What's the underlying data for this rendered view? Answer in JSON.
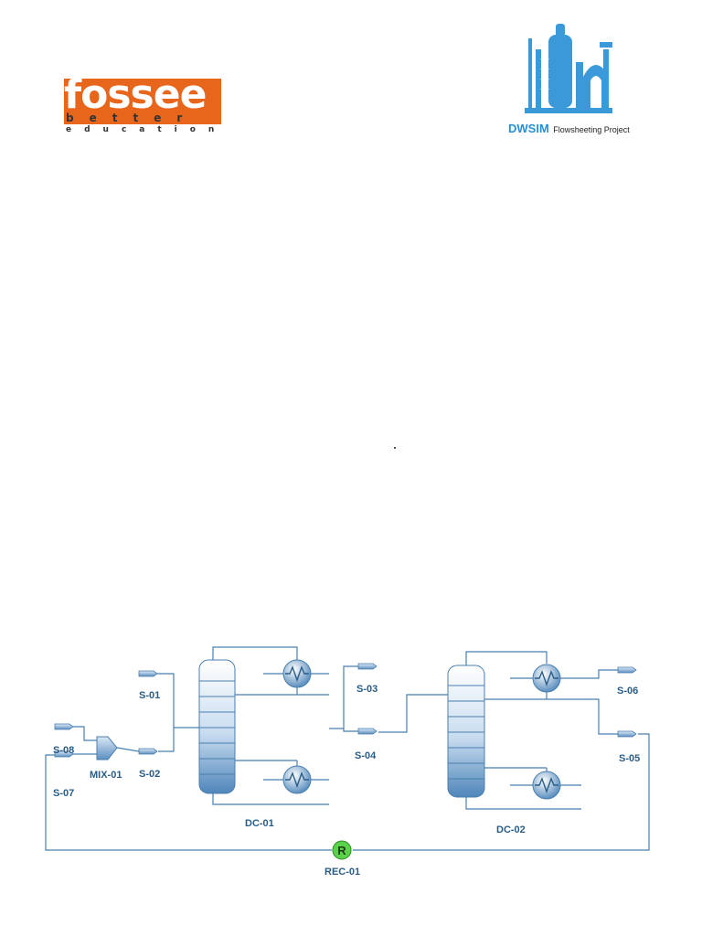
{
  "logos": {
    "fossee": {
      "word": "fossee",
      "line2": "better",
      "line3": "education",
      "color": "#e8661c"
    },
    "dwsim": {
      "name": "DWSIM",
      "tagline": "Flowsheeting Project",
      "color": "#3a9ad9"
    }
  },
  "flowsheet": {
    "streams": {
      "s01": "S-01",
      "s02": "S-02",
      "s03": "S-03",
      "s04": "S-04",
      "s05": "S-05",
      "s06": "S-06",
      "s07": "S-07",
      "s08": "S-08"
    },
    "units": {
      "mixer": "MIX-01",
      "column1": "DC-01",
      "column2": "DC-02",
      "recycle": "REC-01",
      "recycle_symbol": "R"
    },
    "colors": {
      "line": "#4a7fae",
      "vessel": "#5b8fc0",
      "recycle": "#5ad24a"
    }
  }
}
